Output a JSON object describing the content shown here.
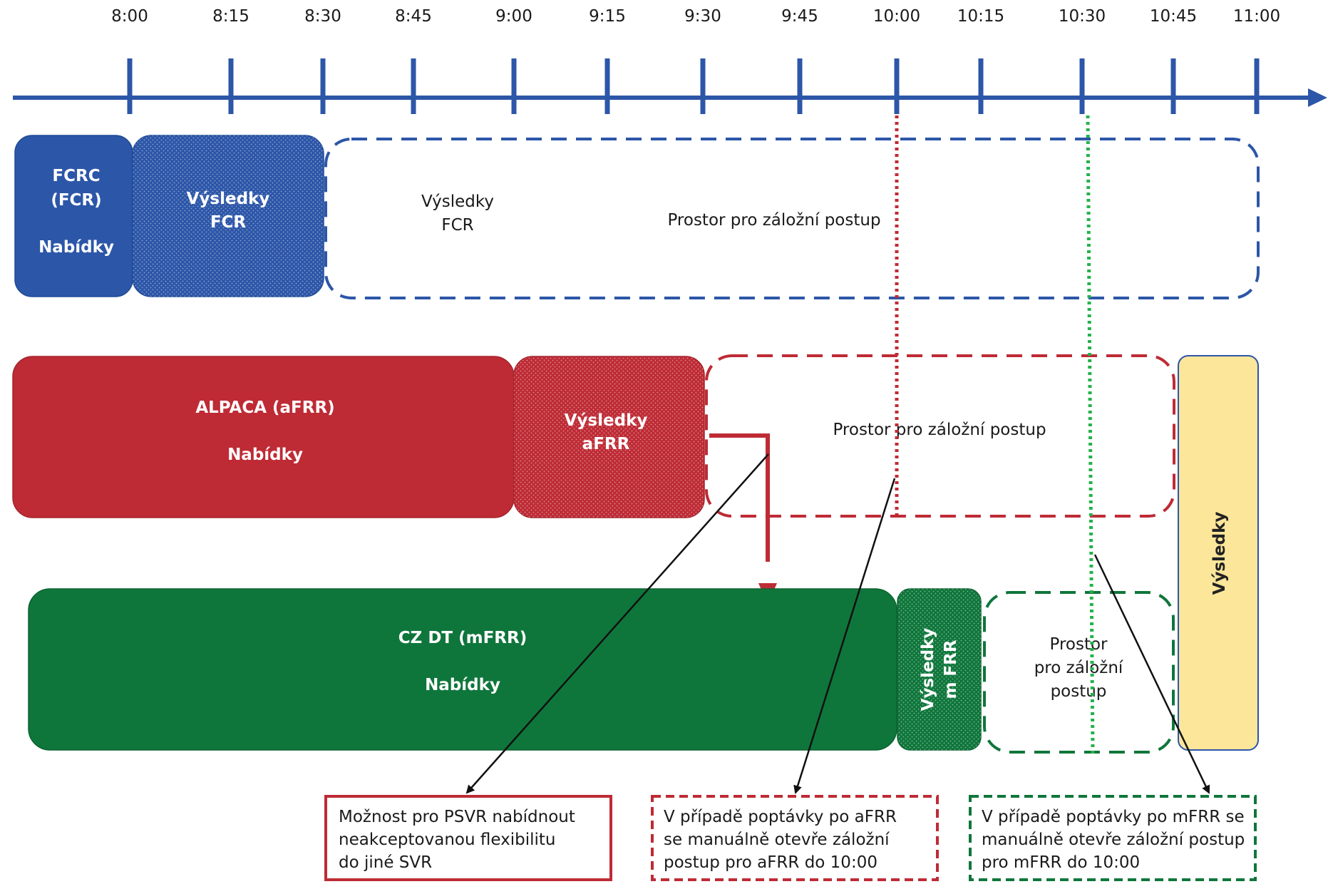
{
  "timeline": {
    "ticks": [
      "8:00",
      "8:15",
      "8:30",
      "8:45",
      "9:00",
      "9:15",
      "9:30",
      "9:45",
      "10:00",
      "10:15",
      "10:30",
      "10:45",
      "11:00"
    ]
  },
  "colors": {
    "axis": "#2c56a8",
    "fcr": "#2c56a8",
    "afrr": "#be2b35",
    "mfrr": "#0f763b",
    "results": "#fbe69a",
    "afrr_marker": "#be2b35",
    "mfrr_marker": "#24b24b"
  },
  "fcr": {
    "bids_line1": "FCRC",
    "bids_line2": "(FCR)",
    "bids_line3": "Nabídky",
    "results_line1": "Výsledky",
    "results_line2": "FCR",
    "backup_results_line1": "Výsledky",
    "backup_results_line2": "FCR",
    "backup_label": "Prostor pro záložní postup"
  },
  "afrr": {
    "bids_line1": "ALPACA (aFRR)",
    "bids_line2": "Nabídky",
    "results_line1": "Výsledky",
    "results_line2": "aFRR",
    "backup_label": "Prostor pro záložní postup"
  },
  "mfrr": {
    "bids_line1": "CZ DT (mFRR)",
    "bids_line2": "Nabídky",
    "results_line1": "Výsledky",
    "results_line2": "m FRR",
    "backup_line1": "Prostor",
    "backup_line2": "pro záložní",
    "backup_line3": "postup"
  },
  "final_results": "Výsledky",
  "notes": {
    "psvr": [
      "Možnost pro PSVR nabídnout",
      "neakceptovanou flexibilitu",
      "do jiné SVR"
    ],
    "afrr": [
      "V případě poptávky po aFRR",
      "se manuálně otevře záložní",
      "postup pro aFRR do 10:00"
    ],
    "mfrr": [
      "V případě poptávky po mFRR se",
      "manuálně otevře záložní postup",
      "pro mFRR do 10:00"
    ]
  }
}
